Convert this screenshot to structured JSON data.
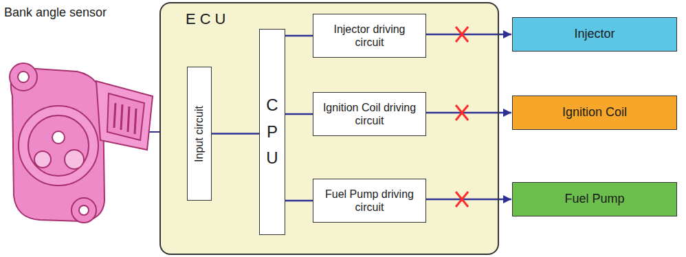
{
  "diagram": {
    "nodes": [
      {
        "text": [
          "ECU"
        ]
      },
      {
        "text": [
          "Input circuit"
        ],
        "in": 0
      },
      {
        "text": [
          "CPU"
        ],
        "in": 0
      },
      {
        "text": [
          "Injector driving circuit"
        ],
        "in": 0
      },
      {
        "text": [
          "Ignition Coil driving circuit"
        ],
        "in": 0
      },
      {
        "text": [
          "Fuel Pump driving circuit"
        ],
        "in": 0
      },
      {
        "text": [
          "Injector"
        ]
      },
      {
        "text": [
          "Ignition Coil"
        ]
      },
      {
        "text": [
          "Fuel Pump"
        ]
      }
    ],
    "edges": [
      {
        "from": 1,
        "to": 2,
        "arrow": "none"
      },
      {
        "from": 2,
        "to": 3,
        "arrow": "none"
      },
      {
        "from": 2,
        "to": 4,
        "arrow": "none"
      },
      {
        "from": 2,
        "to": 5,
        "arrow": "none"
      },
      {
        "from": 3,
        "to": 6,
        "arrow": "to"
      },
      {
        "from": 4,
        "to": 7,
        "arrow": "to"
      },
      {
        "from": 5,
        "to": 8,
        "arrow": "to"
      }
    ],
    "labels": [
      "Bank angle sensor"
    ]
  }
}
